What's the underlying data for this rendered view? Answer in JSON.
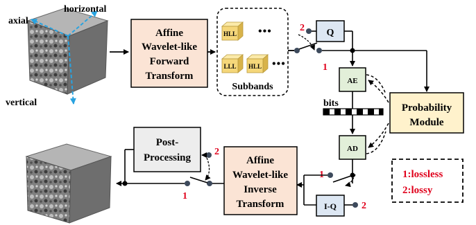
{
  "axes": {
    "axial": "axial",
    "horizontal": "horizontal",
    "vertical": "vertical"
  },
  "forward_transform": [
    "Affine",
    "Wavelet-like",
    "Forward",
    "Transform"
  ],
  "subbands": {
    "label": "Subbands",
    "cubes": [
      "HLL",
      "LLL",
      "HLL"
    ],
    "ellipsis": "•••"
  },
  "blocks": {
    "q": "Q",
    "ae": "AE",
    "ad": "AD",
    "iq": "I-Q"
  },
  "bits_label": "bits",
  "probability_module": [
    "Probability",
    "Module"
  ],
  "post_processing": [
    "Post-",
    "Processing"
  ],
  "inverse_transform": [
    "Affine",
    "Wavelet-like",
    "Inverse",
    "Transform"
  ],
  "switch_labels": {
    "one": "1",
    "two": "2"
  },
  "legend": [
    "1:lossless",
    "2:lossy"
  ],
  "colors": {
    "axis_blue": "#29a3e0",
    "transform_fill": "#fbe4d5",
    "subband_cube": "#f5d77a",
    "q_fill": "#dde7f3",
    "ae_fill": "#e2efd9",
    "prob_fill": "#fff2cc",
    "post_fill": "#ededed",
    "legend_red": "#e0001b"
  }
}
